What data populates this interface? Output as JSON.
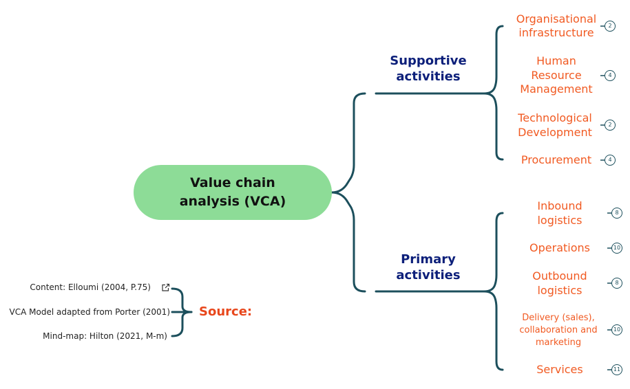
{
  "root": {
    "label": "Value chain\nanalysis (VCA)"
  },
  "branches": [
    {
      "label": "Supportive\nactivities",
      "items": [
        {
          "label": "Organisational\ninfrastructure",
          "count": "2"
        },
        {
          "label": "Human\nResource\nManagement",
          "count": "4"
        },
        {
          "label": "Technological\nDevelopment",
          "count": "2"
        },
        {
          "label": "Procurement",
          "count": "4"
        }
      ]
    },
    {
      "label": "Primary\nactivities",
      "items": [
        {
          "label": "Inbound\nlogistics",
          "count": "8"
        },
        {
          "label": "Operations",
          "count": "10"
        },
        {
          "label": "Outbound\nlogistics",
          "count": "8"
        },
        {
          "label": "Delivery (sales),\ncollaboration and\nmarketing",
          "count": "10"
        },
        {
          "label": "Services",
          "count": "11"
        }
      ]
    }
  ],
  "source": {
    "title": "Source:",
    "items": [
      "Content: Elloumi (2004, P.75)",
      "VCA Model adapted from Porter (2001)",
      "Mind-map: Hilton (2021, M-m)"
    ],
    "link_icon": "external-link-icon"
  },
  "colors": {
    "root_fill": "#8ddc97",
    "connector": "#1c4f5c",
    "branch_text": "#0c1f7a",
    "leaf_text": "#f15a22",
    "source_title": "#e8471c"
  }
}
